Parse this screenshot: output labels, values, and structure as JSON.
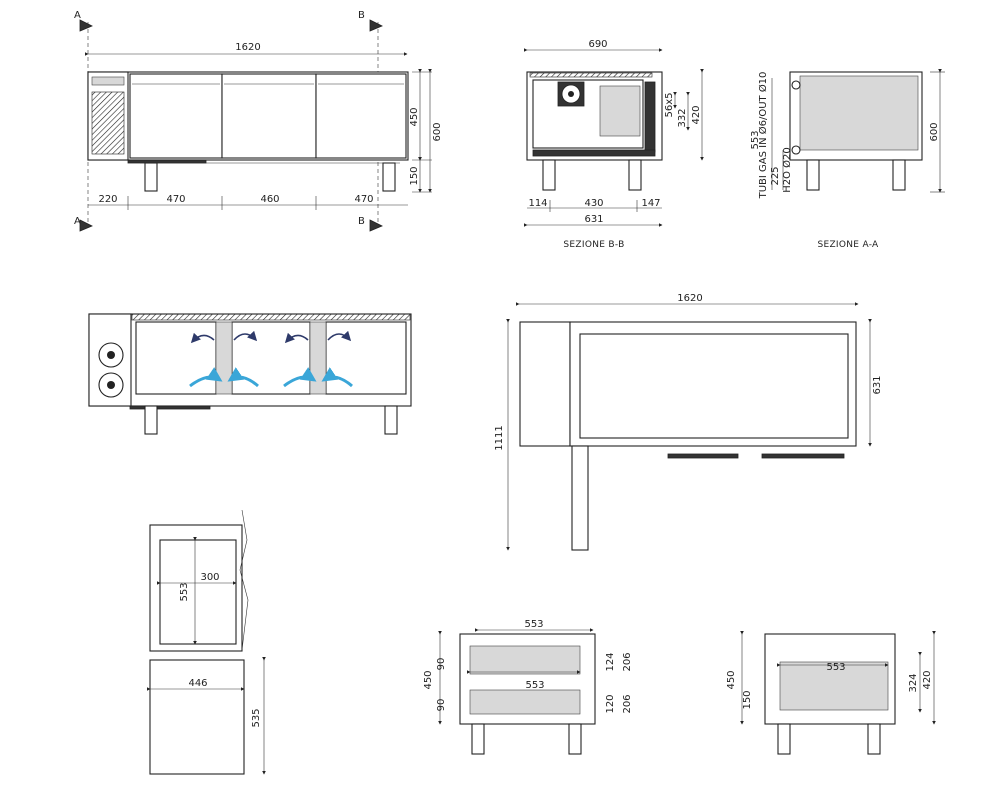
{
  "section_markers": {
    "a": "A",
    "b": "B"
  },
  "front": {
    "width": "1620",
    "height_body": "450",
    "height_total": "600",
    "height_legs": "150",
    "seg_unit": "220",
    "seg1": "470",
    "seg2": "460",
    "seg3": "470"
  },
  "section_bb": {
    "title": "SEZIONE B-B",
    "top": "690",
    "right1": "56x5",
    "right2": "332",
    "right3": "420",
    "bottom1": "114",
    "bottom2": "430",
    "bottom3": "147",
    "bottom_total": "631"
  },
  "section_aa": {
    "title": "SEZIONE A-A",
    "left_total": "553",
    "label_gas": "TUBI GAS IN Ø6/OUT Ø10",
    "label_h2o": "H2O Ø20",
    "left_small": "225",
    "right": "600"
  },
  "plan": {
    "top": "1620",
    "right": "631",
    "left": "1111"
  },
  "detail": {
    "inner_w": "300",
    "inner_h": "553",
    "base_w": "446",
    "base_h": "535"
  },
  "drawer_view": {
    "top": "553",
    "height": "450",
    "d1": "90",
    "d2": "90",
    "inner": "553",
    "r1": "124",
    "r2": "206",
    "r3": "120",
    "r4": "206"
  },
  "basket_view": {
    "height": "450",
    "small": "150",
    "inner": "553",
    "r1": "324",
    "r2": "420"
  }
}
